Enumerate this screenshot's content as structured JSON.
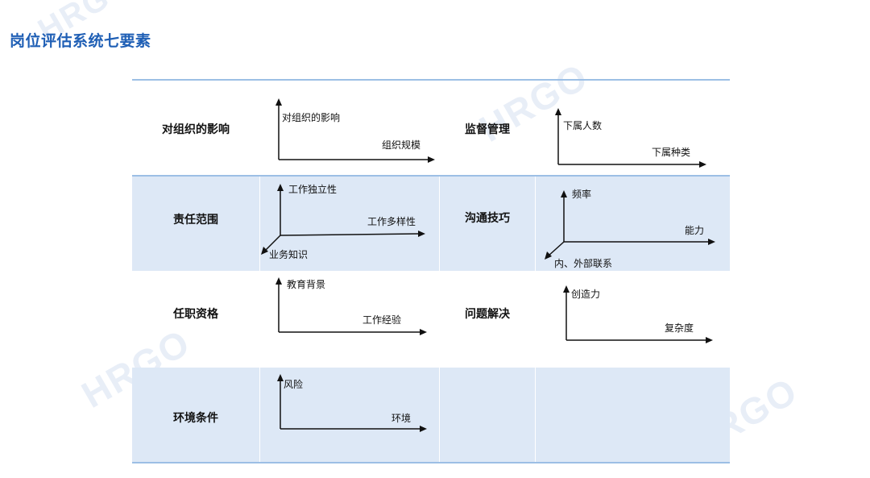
{
  "title": "岗位评估系统七要素",
  "watermark": "HRGO",
  "rows": [
    {
      "left": {
        "label": "对组织的影响",
        "y_axis": "对组织的影响",
        "x_axis": "组织规模"
      },
      "right": {
        "label": "监督管理",
        "y_axis": "下属人数",
        "x_axis": "下属种类"
      }
    },
    {
      "left": {
        "label": "责任范围",
        "y_axis": "工作独立性",
        "x_axis": "工作多样性",
        "z_axis": "业务知识"
      },
      "right": {
        "label": "沟通技巧",
        "y_axis": "频率",
        "x_axis": "能力",
        "z_axis": "内、外部联系"
      }
    },
    {
      "left": {
        "label": "任职资格",
        "y_axis": "教育背景",
        "x_axis": "工作经验"
      },
      "right": {
        "label": "问题解决",
        "y_axis": "创造力",
        "x_axis": "复杂度"
      }
    },
    {
      "left": {
        "label": "环境条件",
        "y_axis": "风险",
        "x_axis": "环境"
      }
    }
  ]
}
